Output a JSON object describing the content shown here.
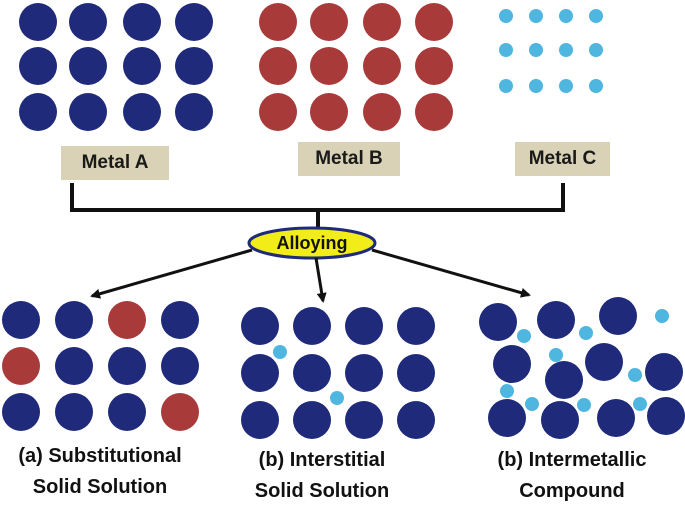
{
  "colors": {
    "metal_a": "#1f2a7a",
    "metal_b": "#a83a3a",
    "metal_c": "#4fb6e0",
    "label_bg": "#d9d2b6",
    "alloy_fill": "#f2ec18",
    "alloy_stroke": "#1f2a7a"
  },
  "metals": [
    {
      "id": "a",
      "label": "Metal A"
    },
    {
      "id": "b",
      "label": "Metal B"
    },
    {
      "id": "c",
      "label": "Metal C"
    }
  ],
  "process_label": "Alloying",
  "results": [
    {
      "line1": "(a) Substitutional",
      "line2": "Solid Solution"
    },
    {
      "line1": "(b) Interstitial",
      "line2": "Solid Solution"
    },
    {
      "line1": "(b) Intermetallic",
      "line2": "Compound"
    }
  ]
}
